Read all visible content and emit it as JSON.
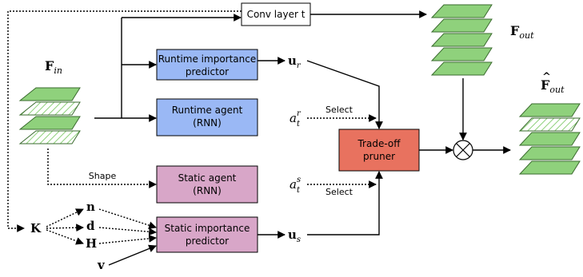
{
  "colors": {
    "runtime_box": "#9ab8f5",
    "static_box": "#d8a6c8",
    "pruner_box": "#e8725f",
    "layer_green": "#8fd17c",
    "hatch_green": "#8fd17c"
  },
  "boxes": {
    "conv_layer": "Conv layer t",
    "runtime_importance": [
      "Runtime importance",
      "predictor"
    ],
    "runtime_agent": [
      "Runtime agent",
      "(RNN)"
    ],
    "static_agent": [
      "Static agent",
      "(RNN)"
    ],
    "static_importance": [
      "Static importance",
      "predictor"
    ],
    "tradeoff_pruner": [
      "Trade-off",
      "pruner"
    ]
  },
  "labels": {
    "f_in_base": "F",
    "f_in_sub": "in",
    "f_out_base": "F",
    "f_out_sub": "out",
    "f_out_hat_base": "F",
    "f_out_hat_hat": "^",
    "f_out_hat_sub": "out",
    "u_r_base": "u",
    "u_r_sub": "r",
    "u_s_base": "u",
    "u_s_sub": "s",
    "a_r_base": "a",
    "a_r_sub": "t",
    "a_r_sup": "r",
    "a_s_base": "a",
    "a_s_sub": "t",
    "a_s_sup": "s",
    "select_top": "Select",
    "select_bottom": "Select",
    "shape": "Shape",
    "k": "K",
    "n": "n",
    "d": "d",
    "h": "H",
    "v": "v",
    "multiply": "⊗"
  }
}
